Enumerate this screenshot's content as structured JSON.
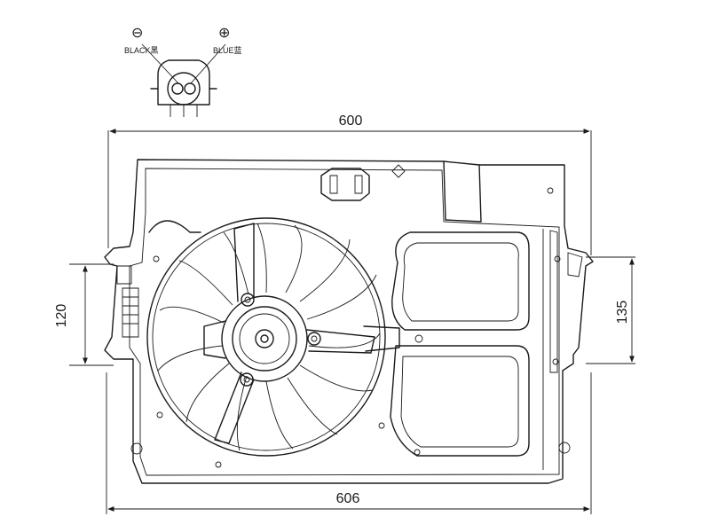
{
  "connector": {
    "negative_symbol": "⊖",
    "positive_symbol": "⊕",
    "negative_wire_label": "BLACK黑",
    "positive_wire_label": "BLUE蓝"
  },
  "dimensions": {
    "top_width": "600",
    "bottom_width": "606",
    "left_height": "120",
    "right_height": "135"
  }
}
